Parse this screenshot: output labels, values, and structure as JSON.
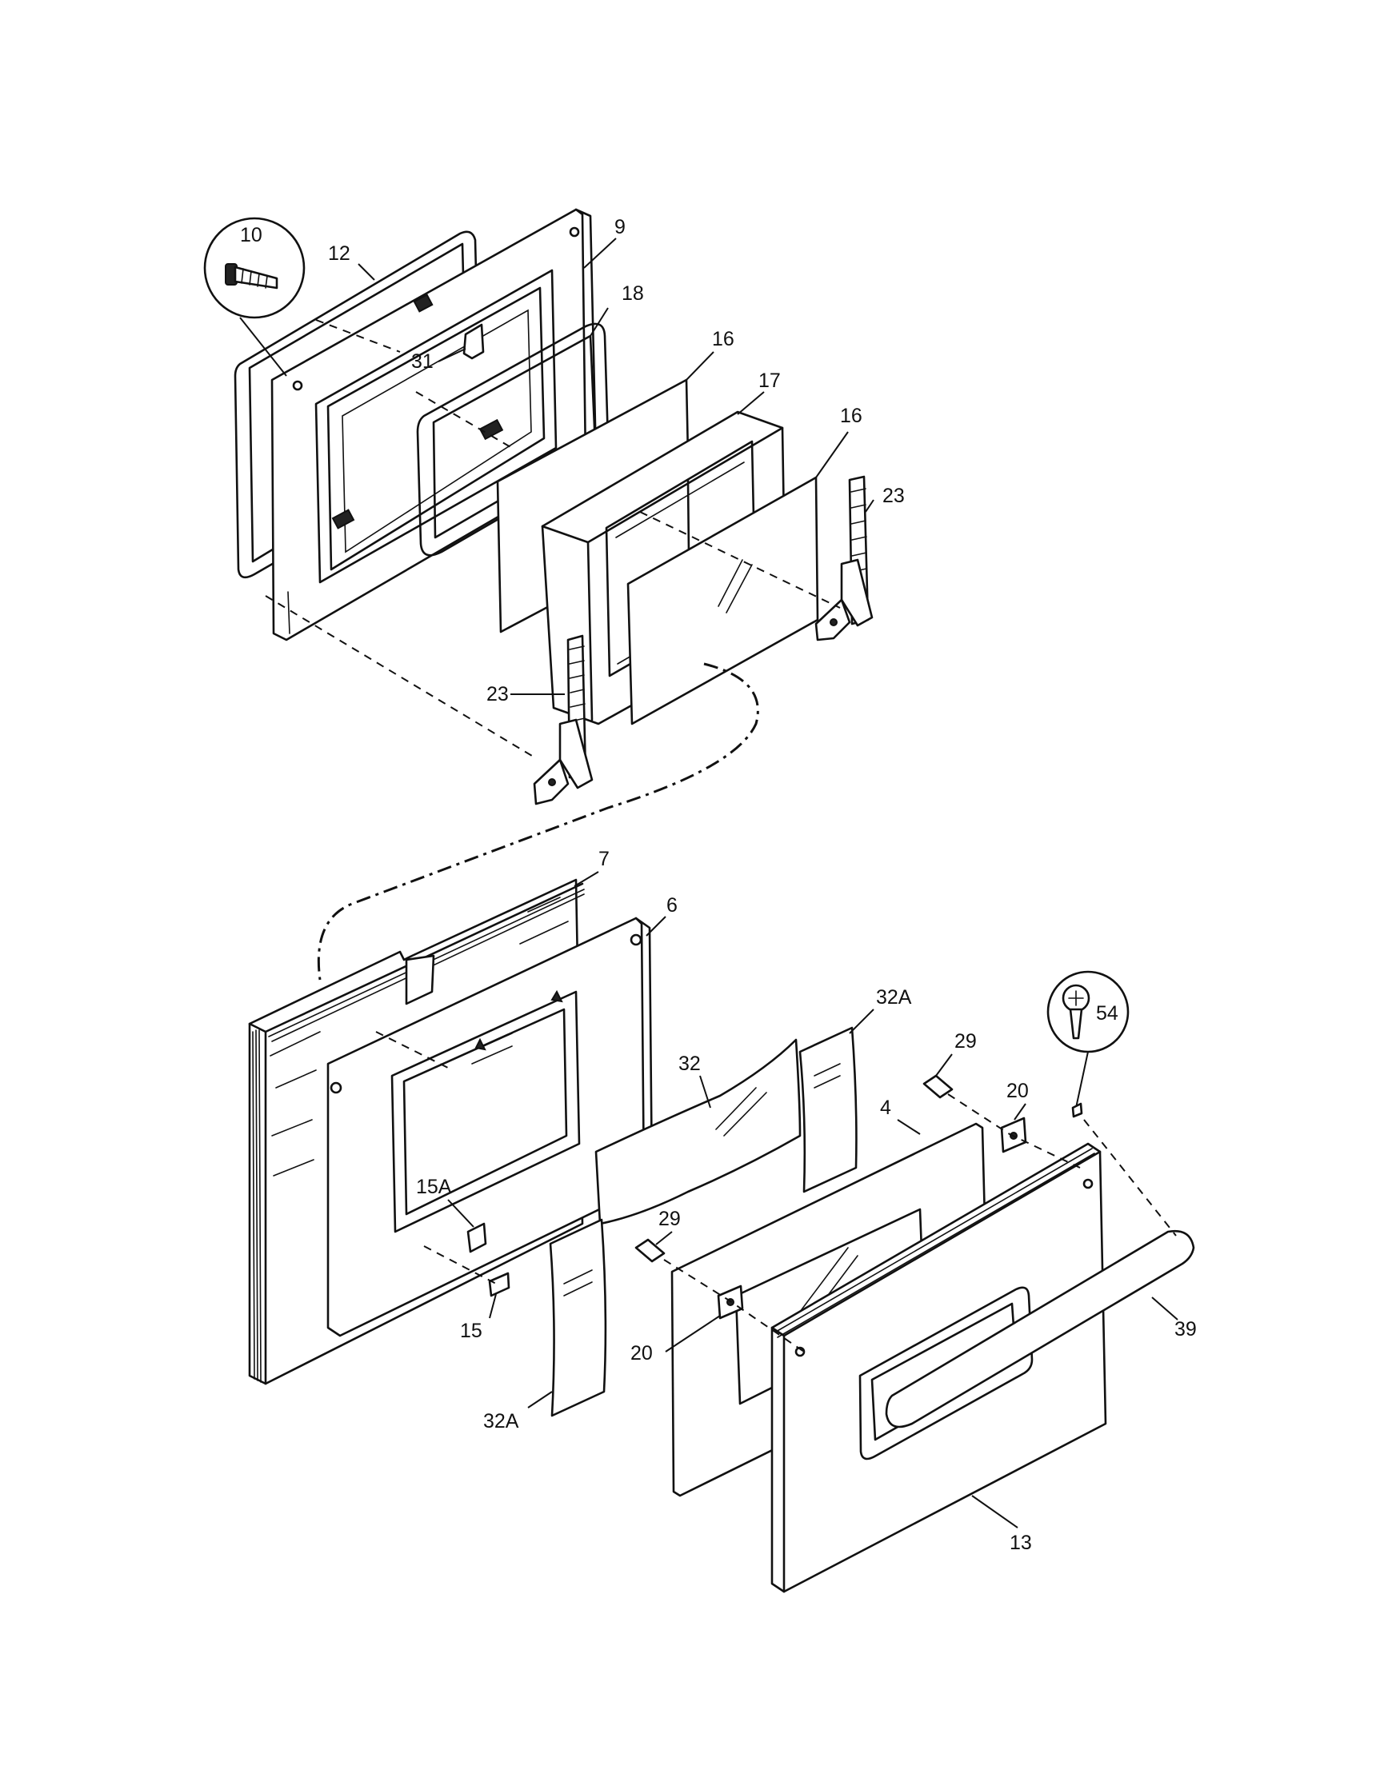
{
  "callouts": [
    {
      "id": "c10",
      "text": "10"
    },
    {
      "id": "c12",
      "text": "12"
    },
    {
      "id": "c9",
      "text": "9"
    },
    {
      "id": "c18",
      "text": "18"
    },
    {
      "id": "c31",
      "text": "31"
    },
    {
      "id": "c16a",
      "text": "16"
    },
    {
      "id": "c17",
      "text": "17"
    },
    {
      "id": "c16b",
      "text": "16"
    },
    {
      "id": "c23a",
      "text": "23"
    },
    {
      "id": "c23b",
      "text": "23"
    },
    {
      "id": "c7",
      "text": "7"
    },
    {
      "id": "c6",
      "text": "6"
    },
    {
      "id": "c32A_top",
      "text": "32A"
    },
    {
      "id": "c32",
      "text": "32"
    },
    {
      "id": "c29a",
      "text": "29"
    },
    {
      "id": "c20a",
      "text": "20"
    },
    {
      "id": "c54",
      "text": "54"
    },
    {
      "id": "c4",
      "text": "4"
    },
    {
      "id": "c15A",
      "text": "15A"
    },
    {
      "id": "c29b",
      "text": "29"
    },
    {
      "id": "c15",
      "text": "15"
    },
    {
      "id": "c20b",
      "text": "20"
    },
    {
      "id": "c39",
      "text": "39"
    },
    {
      "id": "c32A_bottom",
      "text": "32A"
    },
    {
      "id": "c13",
      "text": "13"
    }
  ]
}
